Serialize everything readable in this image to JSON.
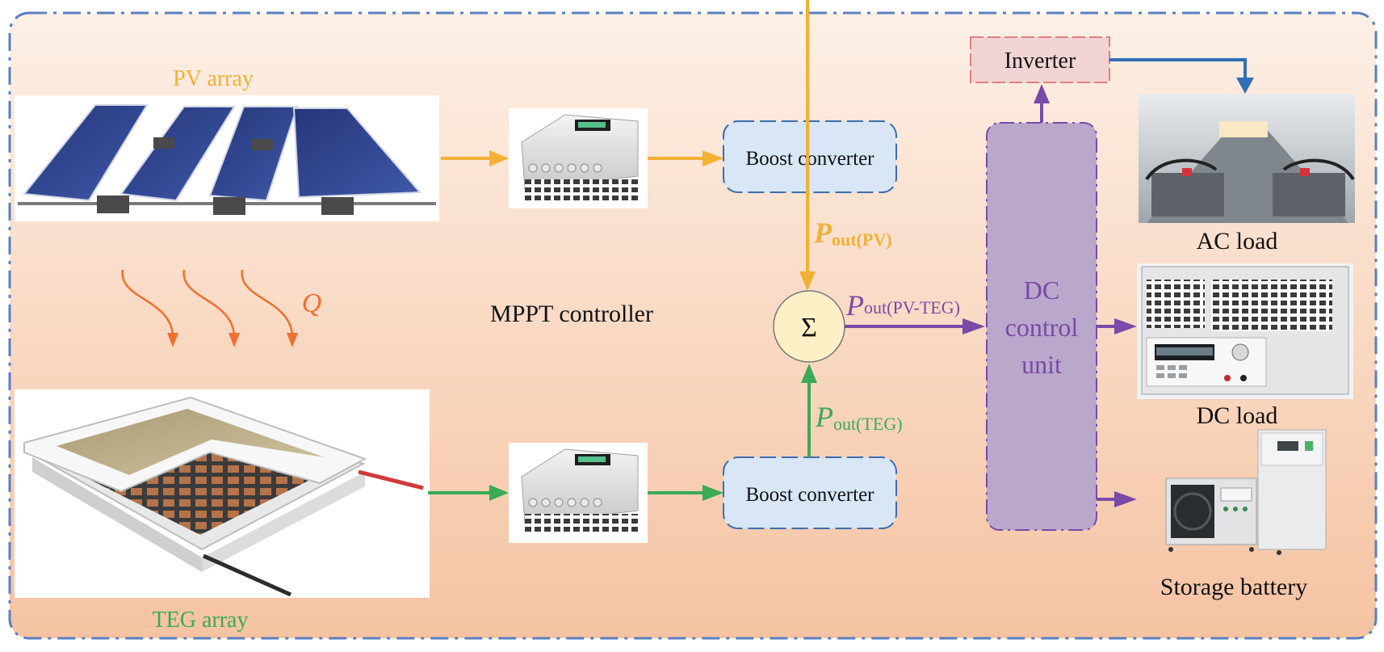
{
  "labels": {
    "pv_array": "PV array",
    "teg_array": "TEG array",
    "heat": "Q",
    "mppt": "MPPT controller",
    "boost_top": "Boost converter",
    "boost_bottom": "Boost converter",
    "sum": "Σ",
    "p_pv_main": "P",
    "p_pv_sub": "out(PV)",
    "p_teg_main": "P",
    "p_teg_sub": "out(TEG)",
    "p_sum_main": "P",
    "p_sum_sub": "out(PV-TEG)",
    "dc_unit_line1": "DC",
    "dc_unit_line2": "control",
    "dc_unit_line3": "unit",
    "inverter": "Inverter",
    "ac_load": "AC load",
    "dc_load": "DC load",
    "storage": "Storage battery"
  },
  "colors": {
    "pv_flow": "#f2b134",
    "teg_flow": "#3aaa55",
    "dc_flow": "#7a4aa8",
    "ac_flow": "#2f6fb6",
    "heat": "#f07030",
    "frame": "#5a7fc0",
    "boost_fill": "#d8e6f6",
    "boost_border": "#3d6db0",
    "dc_unit_fill": "#b9a8cc",
    "dc_unit_border": "#7a4aa8",
    "inverter_fill": "#f2d4d4",
    "inverter_border": "#e07f7f",
    "sum_fill": "#fdf0c6"
  }
}
